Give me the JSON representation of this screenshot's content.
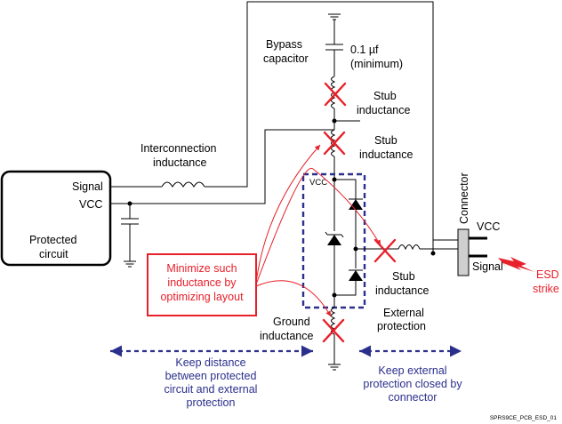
{
  "labels": {
    "bypass_line1": "Bypass",
    "bypass_line2": "capacitor",
    "cap_value_line1": "0.1 µf",
    "cap_value_line2": "(minimum)",
    "stub1_line1": "Stub",
    "stub1_line2": "inductance",
    "stub2_line1": "Stub",
    "stub2_line2": "inductance",
    "stub3_line1": "Stub",
    "stub3_line2": "inductance",
    "interconnect_line1": "Interconnection",
    "interconnect_line2": "inductance",
    "signal_left": "Signal",
    "vcc_left": "VCC",
    "protected_line1": "Protected",
    "protected_line2": "circuit",
    "vcc_small": "VCC",
    "connector": "Connector",
    "vcc_connector": "VCC",
    "signal_connector": "Signal",
    "esd_line1": "ESD",
    "esd_line2": "strike",
    "minimize_line1": "Minimize such",
    "minimize_line2": "inductance by",
    "minimize_line3": "optimizing layout",
    "ground_line1": "Ground",
    "ground_line2": "inductance",
    "external_line1": "External",
    "external_line2": "protection",
    "keep_distance_line1": "Keep distance",
    "keep_distance_line2": "between protected",
    "keep_distance_line3": "circuit and external",
    "keep_distance_line4": "protection",
    "keep_external_line1": "Keep external",
    "keep_external_line2": "protection closed by",
    "keep_external_line3": "connector",
    "figure_id": "SPRS9CE_PCB_ESD_01"
  },
  "colors": {
    "annotation_red": "#e8202a",
    "annotation_blue": "#2b2f8c",
    "wire": "#000000"
  }
}
